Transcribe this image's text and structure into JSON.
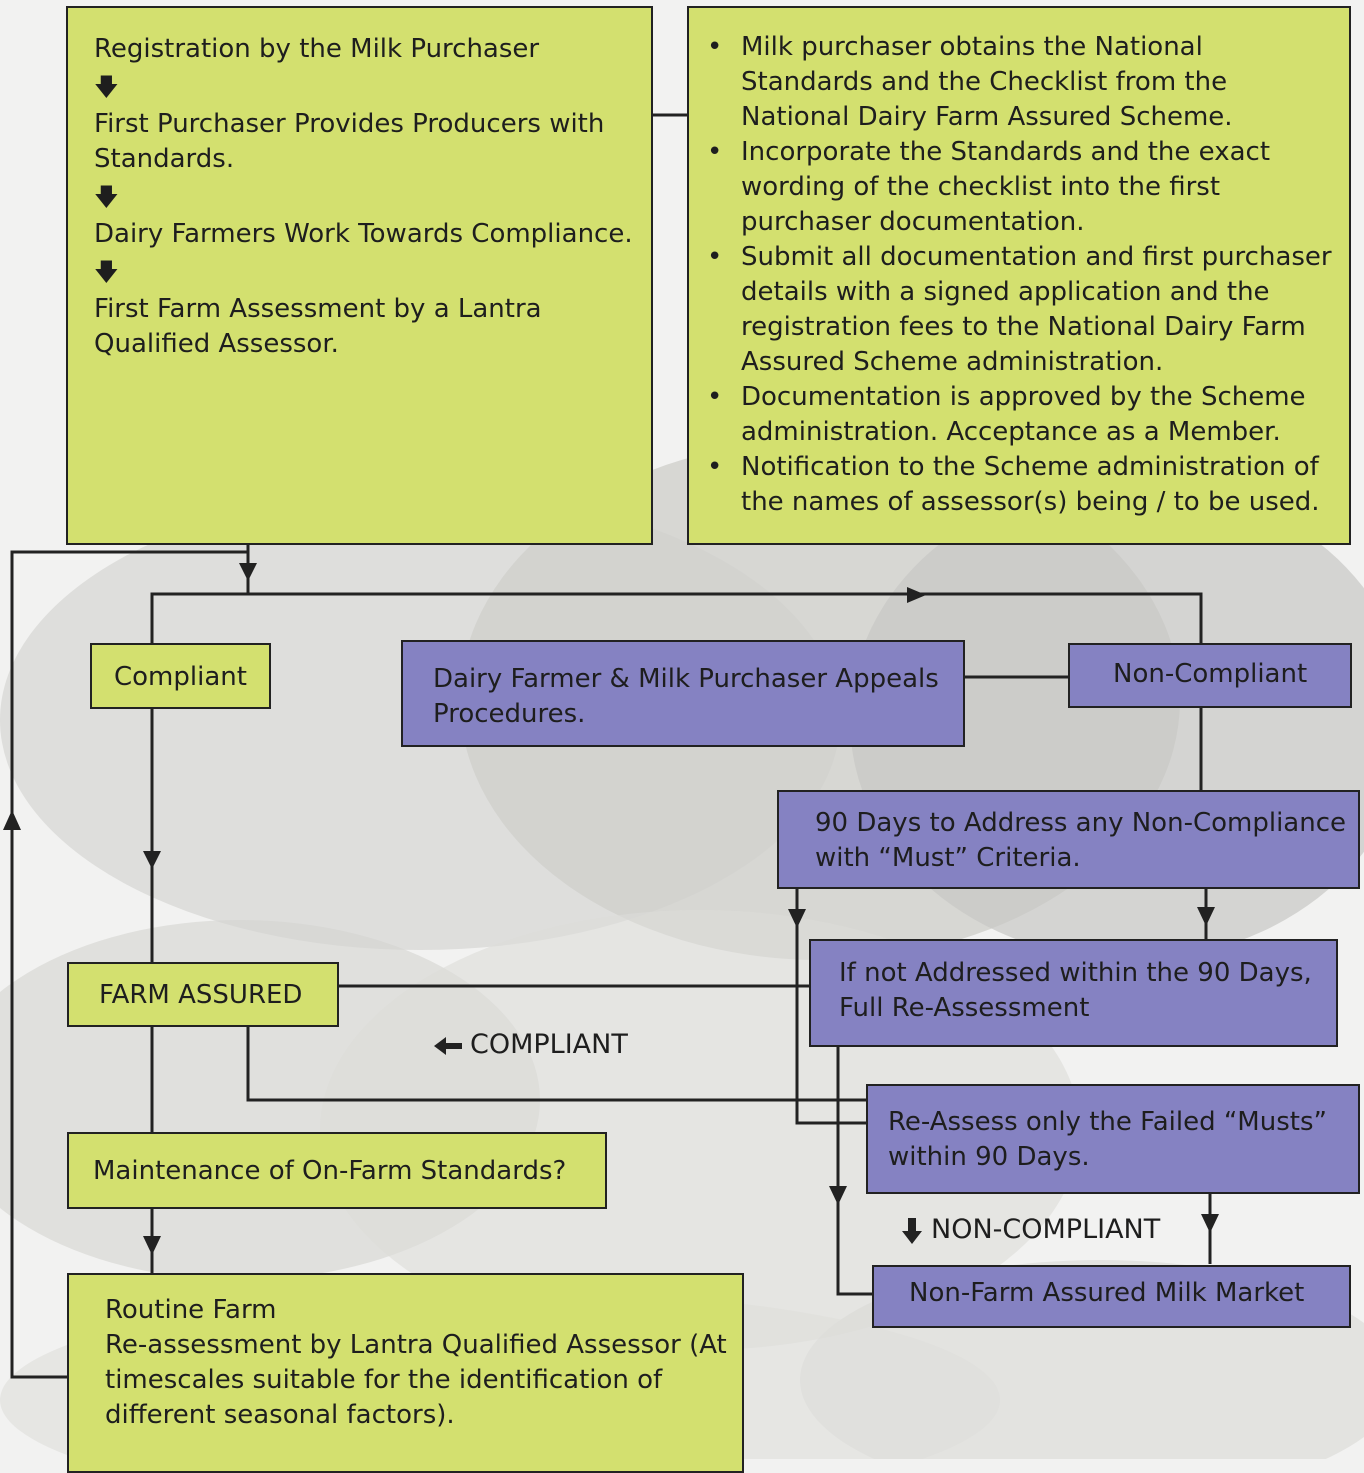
{
  "colors": {
    "green_box": "#d3e06f",
    "purple_box": "#8582c2",
    "line": "#222222",
    "background": "#f2f2f1"
  },
  "process": {
    "steps": [
      "Registration by the Milk Purchaser",
      "First Purchaser Provides Producers with Standards.",
      "Dairy Farmers Work Towards Compliance.",
      "First Farm Assessment by a Lantra Qualified Assessor."
    ],
    "arrow_icon": "arrow-down"
  },
  "requirements": [
    "Milk purchaser obtains the National Standards and the Checklist from the National Dairy Farm Assured Scheme.",
    "Incorporate the Standards and the exact wording of the checklist into the first purchaser documentation.",
    "Submit all documentation and first purchaser details with a signed application and the registration fees to the National Dairy Farm Assured Scheme administration.",
    "Documentation is approved by the Scheme administration. Acceptance as a Member.",
    "Notification to the Scheme administration of the names of assessor(s) being / to be used."
  ],
  "nodes": {
    "compliant": "Compliant",
    "appeals": "Dairy Farmer & Milk Purchaser Appeals Procedures.",
    "non_compliant": "Non-Compliant",
    "ninety_days": "90 Days to Address any Non-Compliance with “Must” Criteria.",
    "full_reassessment": "If not Addressed within the 90 Days, Full Re-Assessment",
    "farm_assured": "FARM ASSURED",
    "reassess_failed": "Re-Assess only the Failed “Musts” within 90 Days.",
    "maintenance": "Maintenance of On-Farm Standards?",
    "non_farm_market": "Non-Farm Assured  Milk Market",
    "routine_title": "Routine Farm",
    "routine_body": "Re-assessment by Lantra Qualified Assessor (At timescales suitable for the identification of different seasonal factors)."
  },
  "labels": {
    "compliant_arrow": "COMPLIANT",
    "non_compliant_arrow": "NON-COMPLIANT"
  }
}
